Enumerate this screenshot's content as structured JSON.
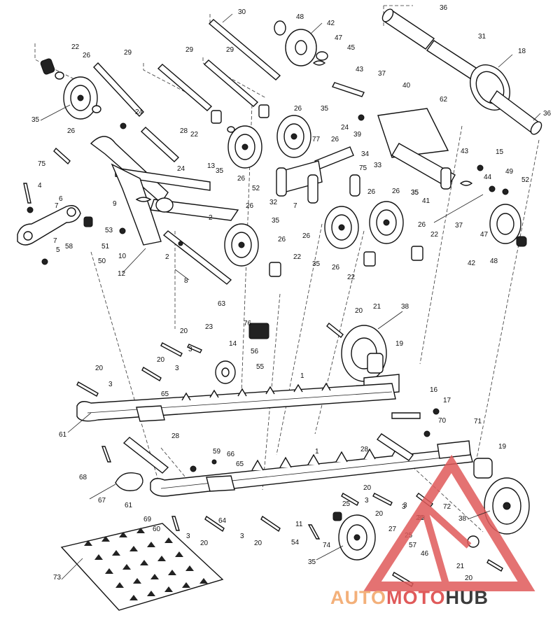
{
  "diagram": {
    "parts": [
      {
        "id": "p30",
        "label": "30",
        "icon": "rod-icon"
      },
      {
        "id": "p48a",
        "label": "48",
        "icon": "bushing-icon"
      },
      {
        "id": "p42a",
        "label": "42",
        "icon": "wheel-icon"
      },
      {
        "id": "p47a",
        "label": "47",
        "icon": "washer-icon"
      },
      {
        "id": "p45",
        "label": "45",
        "icon": "spring-icon"
      },
      {
        "id": "p43a",
        "label": "43",
        "icon": "bolt-icon"
      },
      {
        "id": "p37a",
        "label": "37",
        "icon": "bracket-icon"
      },
      {
        "id": "p36a",
        "label": "36",
        "icon": "bushing-icon"
      },
      {
        "id": "p31",
        "label": "31",
        "icon": "shaft-icon"
      },
      {
        "id": "p18",
        "label": "18",
        "icon": "wheel-icon"
      },
      {
        "id": "p36b",
        "label": "36",
        "icon": "bushing-icon"
      },
      {
        "id": "p22a",
        "label": "22",
        "icon": "bushing-icon"
      },
      {
        "id": "p26a",
        "label": "26",
        "icon": "washer-icon"
      },
      {
        "id": "p29a",
        "label": "29",
        "icon": "rod-icon"
      },
      {
        "id": "p29b",
        "label": "29",
        "icon": "rod-icon"
      },
      {
        "id": "p29c",
        "label": "29",
        "icon": "rod-icon"
      },
      {
        "id": "p35a",
        "label": "35",
        "icon": "wheel-icon"
      },
      {
        "id": "p26b",
        "label": "26",
        "icon": "washer-icon"
      },
      {
        "id": "p24a",
        "label": "24",
        "icon": "nut-icon"
      },
      {
        "id": "p22b",
        "label": "22",
        "icon": "bushing-icon"
      },
      {
        "id": "p26c",
        "label": "26",
        "icon": "washer-icon"
      },
      {
        "id": "p35b",
        "label": "35",
        "icon": "wheel-icon"
      },
      {
        "id": "p40",
        "label": "40",
        "icon": "bracket-icon"
      },
      {
        "id": "p62",
        "label": "62",
        "icon": "bolt-icon"
      },
      {
        "id": "p24b",
        "label": "24",
        "icon": "nut-icon"
      },
      {
        "id": "p26d",
        "label": "26",
        "icon": "washer-icon"
      },
      {
        "id": "p39",
        "label": "39",
        "icon": "shock-icon"
      },
      {
        "id": "p34",
        "label": "34",
        "icon": "bushing-icon"
      },
      {
        "id": "p33",
        "label": "33",
        "icon": "bushing-icon"
      },
      {
        "id": "p43b",
        "label": "43",
        "icon": "bolt-icon"
      },
      {
        "id": "p15",
        "label": "15",
        "icon": "nut-icon"
      },
      {
        "id": "p44",
        "label": "44",
        "icon": "spring-icon"
      },
      {
        "id": "p49",
        "label": "49",
        "icon": "nut-icon"
      },
      {
        "id": "p52a",
        "label": "52",
        "icon": "nut-icon"
      },
      {
        "id": "p28a",
        "label": "28",
        "icon": "rod-icon"
      },
      {
        "id": "p24c",
        "label": "24",
        "icon": "nut-icon"
      },
      {
        "id": "p13",
        "label": "13",
        "icon": "arm-icon"
      },
      {
        "id": "p35c",
        "label": "35",
        "icon": "wheel-icon"
      },
      {
        "id": "p26e",
        "label": "26",
        "icon": "washer-icon"
      },
      {
        "id": "p77",
        "label": "77",
        "icon": "bushing-icon"
      },
      {
        "id": "p52b",
        "label": "52",
        "icon": "nut-icon"
      },
      {
        "id": "p75a",
        "label": "75",
        "icon": "bolt-icon"
      },
      {
        "id": "p75b",
        "label": "75",
        "icon": "bolt-icon"
      },
      {
        "id": "p32",
        "label": "32",
        "icon": "arm-icon"
      },
      {
        "id": "p7a",
        "label": "7",
        "icon": "washer-icon"
      },
      {
        "id": "p26f",
        "label": "26",
        "icon": "washer-icon"
      },
      {
        "id": "p35d",
        "label": "35",
        "icon": "wheel-icon"
      },
      {
        "id": "p41",
        "label": "41",
        "icon": "arm-icon"
      },
      {
        "id": "p37b",
        "label": "37",
        "icon": "spring-icon"
      },
      {
        "id": "p47b",
        "label": "47",
        "icon": "washer-icon"
      },
      {
        "id": "p42b",
        "label": "42",
        "icon": "wheel-icon"
      },
      {
        "id": "p48b",
        "label": "48",
        "icon": "bushing-icon"
      },
      {
        "id": "p4",
        "label": "4",
        "icon": "bolt-icon"
      },
      {
        "id": "p7b",
        "label": "7",
        "icon": "washer-icon"
      },
      {
        "id": "p6",
        "label": "6",
        "icon": "link-icon"
      },
      {
        "id": "p9",
        "label": "9",
        "icon": "bracket-icon"
      },
      {
        "id": "p53",
        "label": "53",
        "icon": "nut-icon"
      },
      {
        "id": "p51",
        "label": "51",
        "icon": "nut-icon"
      },
      {
        "id": "p58",
        "label": "58",
        "icon": "bushing-icon"
      },
      {
        "id": "p7c",
        "label": "7",
        "icon": "washer-icon"
      },
      {
        "id": "p5",
        "label": "5",
        "icon": "nut-icon"
      },
      {
        "id": "p50",
        "label": "50",
        "icon": "nut-icon"
      },
      {
        "id": "p10",
        "label": "10",
        "icon": "spring-icon"
      },
      {
        "id": "p12",
        "label": "12",
        "icon": "shock-icon"
      },
      {
        "id": "p2a",
        "label": "2",
        "icon": "bolt-icon"
      },
      {
        "id": "p2b",
        "label": "2",
        "icon": "bolt-icon"
      },
      {
        "id": "p26g",
        "label": "26",
        "icon": "washer-icon"
      },
      {
        "id": "p35e",
        "label": "35",
        "icon": "wheel-icon"
      },
      {
        "id": "p26h",
        "label": "26",
        "icon": "washer-icon"
      },
      {
        "id": "p22c",
        "label": "22",
        "icon": "bushing-icon"
      },
      {
        "id": "p8",
        "label": "8",
        "icon": "rod-icon"
      },
      {
        "id": "p63",
        "label": "63",
        "icon": "bolt-icon"
      },
      {
        "id": "p26i",
        "label": "26",
        "icon": "washer-icon"
      },
      {
        "id": "p35f",
        "label": "35",
        "icon": "wheel-icon"
      },
      {
        "id": "p26j",
        "label": "26",
        "icon": "washer-icon"
      },
      {
        "id": "p22d",
        "label": "22",
        "icon": "bushing-icon"
      },
      {
        "id": "p26k",
        "label": "26",
        "icon": "washer-icon"
      },
      {
        "id": "p35g",
        "label": "35",
        "icon": "wheel-icon"
      },
      {
        "id": "p26l",
        "label": "26",
        "icon": "washer-icon"
      },
      {
        "id": "p22e",
        "label": "22",
        "icon": "bushing-icon"
      },
      {
        "id": "p20a",
        "label": "20",
        "icon": "bolt-icon"
      },
      {
        "id": "p21a",
        "label": "21",
        "icon": "washer-icon"
      },
      {
        "id": "p38a",
        "label": "38",
        "icon": "wheel-icon"
      },
      {
        "id": "p19a",
        "label": "19",
        "icon": "bushing-icon"
      },
      {
        "id": "p76",
        "label": "76",
        "icon": "bracket-icon"
      },
      {
        "id": "p20b",
        "label": "20",
        "icon": "bolt-icon"
      },
      {
        "id": "p23",
        "label": "23",
        "icon": "bolt-icon"
      },
      {
        "id": "p3a",
        "label": "3",
        "icon": "washer-icon"
      },
      {
        "id": "p14",
        "label": "14",
        "icon": "washer-icon"
      },
      {
        "id": "p56",
        "label": "56",
        "icon": "bushing-icon"
      },
      {
        "id": "p55",
        "label": "55",
        "icon": "wheel-icon"
      },
      {
        "id": "p20c",
        "label": "20",
        "icon": "bolt-icon"
      },
      {
        "id": "p3b",
        "label": "3",
        "icon": "washer-icon"
      },
      {
        "id": "p20d",
        "label": "20",
        "icon": "bolt-icon"
      },
      {
        "id": "p3c",
        "label": "3",
        "icon": "washer-icon"
      },
      {
        "id": "p65a",
        "label": "65",
        "icon": "bracket-icon"
      },
      {
        "id": "p1a",
        "label": "1",
        "icon": "rail-icon"
      },
      {
        "id": "p61a",
        "label": "61",
        "icon": "slide-icon"
      },
      {
        "id": "p16",
        "label": "16",
        "icon": "bolt-icon"
      },
      {
        "id": "p17",
        "label": "17",
        "icon": "nut-icon"
      },
      {
        "id": "p70",
        "label": "70",
        "icon": "nut-icon"
      },
      {
        "id": "p71",
        "label": "71",
        "icon": "bracket-icon"
      },
      {
        "id": "p28b",
        "label": "28",
        "icon": "rod-icon"
      },
      {
        "id": "p28c",
        "label": "28",
        "icon": "rod-icon"
      },
      {
        "id": "p19b",
        "label": "19",
        "icon": "bushing-icon"
      },
      {
        "id": "p1b",
        "label": "1",
        "icon": "rail-icon"
      },
      {
        "id": "p59",
        "label": "59",
        "icon": "nut-icon"
      },
      {
        "id": "p66",
        "label": "66",
        "icon": "nut-icon"
      },
      {
        "id": "p65b",
        "label": "65",
        "icon": "bracket-icon"
      },
      {
        "id": "p68",
        "label": "68",
        "icon": "pin-icon"
      },
      {
        "id": "p67",
        "label": "67",
        "icon": "bumper-icon"
      },
      {
        "id": "p61b",
        "label": "61",
        "icon": "slide-icon"
      },
      {
        "id": "p69",
        "label": "69",
        "icon": "nut-icon"
      },
      {
        "id": "p60",
        "label": "60",
        "icon": "bolt-icon"
      },
      {
        "id": "p64",
        "label": "64",
        "icon": "washer-icon"
      },
      {
        "id": "p3d",
        "label": "3",
        "icon": "washer-icon"
      },
      {
        "id": "p20e",
        "label": "20",
        "icon": "bolt-icon"
      },
      {
        "id": "p3e",
        "label": "3",
        "icon": "washer-icon"
      },
      {
        "id": "p20f",
        "label": "20",
        "icon": "bolt-icon"
      },
      {
        "id": "p11",
        "label": "11",
        "icon": "bracket-icon"
      },
      {
        "id": "p25a",
        "label": "25",
        "icon": "washer-icon"
      },
      {
        "id": "p20g",
        "label": "20",
        "icon": "bolt-icon"
      },
      {
        "id": "p3f",
        "label": "3",
        "icon": "washer-icon"
      },
      {
        "id": "p20h",
        "label": "20",
        "icon": "bolt-icon"
      },
      {
        "id": "p54",
        "label": "54",
        "icon": "bolt-icon"
      },
      {
        "id": "p74",
        "label": "74",
        "icon": "bushing-icon"
      },
      {
        "id": "p3g",
        "label": "3",
        "icon": "washer-icon"
      },
      {
        "id": "p20i",
        "label": "20",
        "icon": "bolt-icon"
      },
      {
        "id": "p35h",
        "label": "35",
        "icon": "wheel-icon"
      },
      {
        "id": "p27",
        "label": "27",
        "icon": "bolt-icon"
      },
      {
        "id": "p25b",
        "label": "25",
        "icon": "washer-icon"
      },
      {
        "id": "p57",
        "label": "57",
        "icon": "nut-icon"
      },
      {
        "id": "p46",
        "label": "46",
        "icon": "bolt-icon"
      },
      {
        "id": "p3h",
        "label": "3",
        "icon": "washer-icon"
      },
      {
        "id": "p20j",
        "label": "20",
        "icon": "bolt-icon"
      },
      {
        "id": "p72",
        "label": "72",
        "icon": "nut-icon"
      },
      {
        "id": "p38b",
        "label": "38",
        "icon": "wheel-icon"
      },
      {
        "id": "p21b",
        "label": "21",
        "icon": "washer-icon"
      },
      {
        "id": "p20k",
        "label": "20",
        "icon": "bolt-icon"
      },
      {
        "id": "p73",
        "label": "73",
        "icon": "wear-pad-icon"
      }
    ]
  },
  "watermark": {
    "brand_part1": "AUTO",
    "brand_part2": "MOTO",
    "brand_part3": "HUB",
    "color_primary": "#e05a5a",
    "color_light": "#f3b07a",
    "color_dark": "#3b3b3b"
  }
}
